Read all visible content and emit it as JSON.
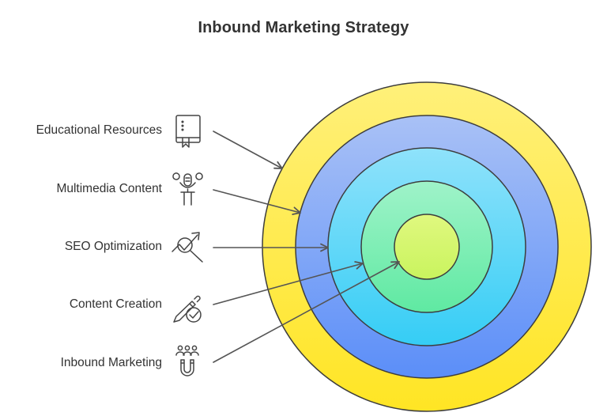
{
  "title": "Inbound Marketing Strategy",
  "layers": [
    {
      "label": "Educational Resources",
      "icon": "book-icon",
      "color": "#fde047"
    },
    {
      "label": "Multimedia Content",
      "icon": "podcast-microphone-icon",
      "color": "#8fb2f8"
    },
    {
      "label": "SEO Optimization",
      "icon": "trend-magnifier-icon",
      "color": "#56d6f7"
    },
    {
      "label": "Content Creation",
      "icon": "pencil-check-icon",
      "color": "#7ef0b4"
    },
    {
      "label": "Inbound Marketing",
      "icon": "people-magnet-icon",
      "color": "#d4f56e"
    }
  ]
}
